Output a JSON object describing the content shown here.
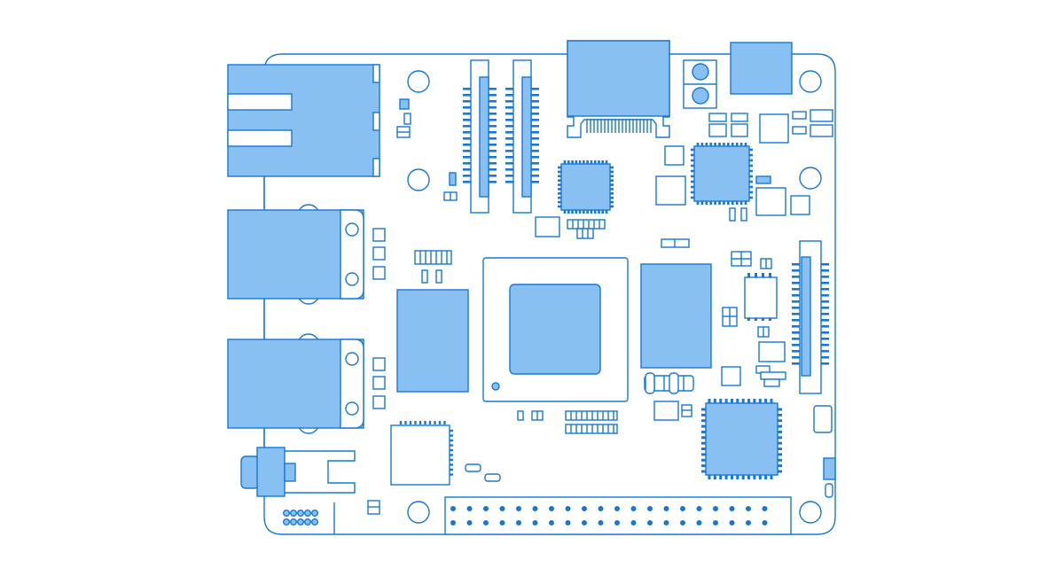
{
  "diagram": {
    "kind": "single-board-computer-outline",
    "colors": {
      "stroke": "#1778d6",
      "fill": "#88c0f4",
      "background": "#ffffff"
    },
    "components": [
      {
        "name": "ethernet-port",
        "icon": "rj45-jack"
      },
      {
        "name": "usb-port-upper",
        "icon": "usb-a-jack"
      },
      {
        "name": "usb-port-lower",
        "icon": "usb-a-jack"
      },
      {
        "name": "audio-jack",
        "icon": "audio-jack"
      },
      {
        "name": "fpc-connector-left",
        "icon": "ribbon-connector"
      },
      {
        "name": "fpc-connector-right",
        "icon": "ribbon-connector"
      },
      {
        "name": "hdmi-port",
        "icon": "hdmi-jack"
      },
      {
        "name": "power-connector",
        "icon": "screw-terminal"
      },
      {
        "name": "usb-c-port",
        "icon": "usb-c-jack"
      },
      {
        "name": "soc-processor",
        "icon": "bga-chip"
      },
      {
        "name": "ram-chip-left",
        "icon": "memory-chip"
      },
      {
        "name": "ram-chip-right",
        "icon": "memory-chip"
      },
      {
        "name": "qfn-chip-center",
        "icon": "qfn-chip"
      },
      {
        "name": "qfn-chip-top-right",
        "icon": "qfn-chip"
      },
      {
        "name": "qfp-chip-bottom-right",
        "icon": "qfp-chip"
      },
      {
        "name": "wifi-module",
        "icon": "module"
      },
      {
        "name": "side-connector",
        "icon": "ribbon-connector"
      },
      {
        "name": "gpio-header",
        "icon": "pin-header"
      }
    ]
  }
}
